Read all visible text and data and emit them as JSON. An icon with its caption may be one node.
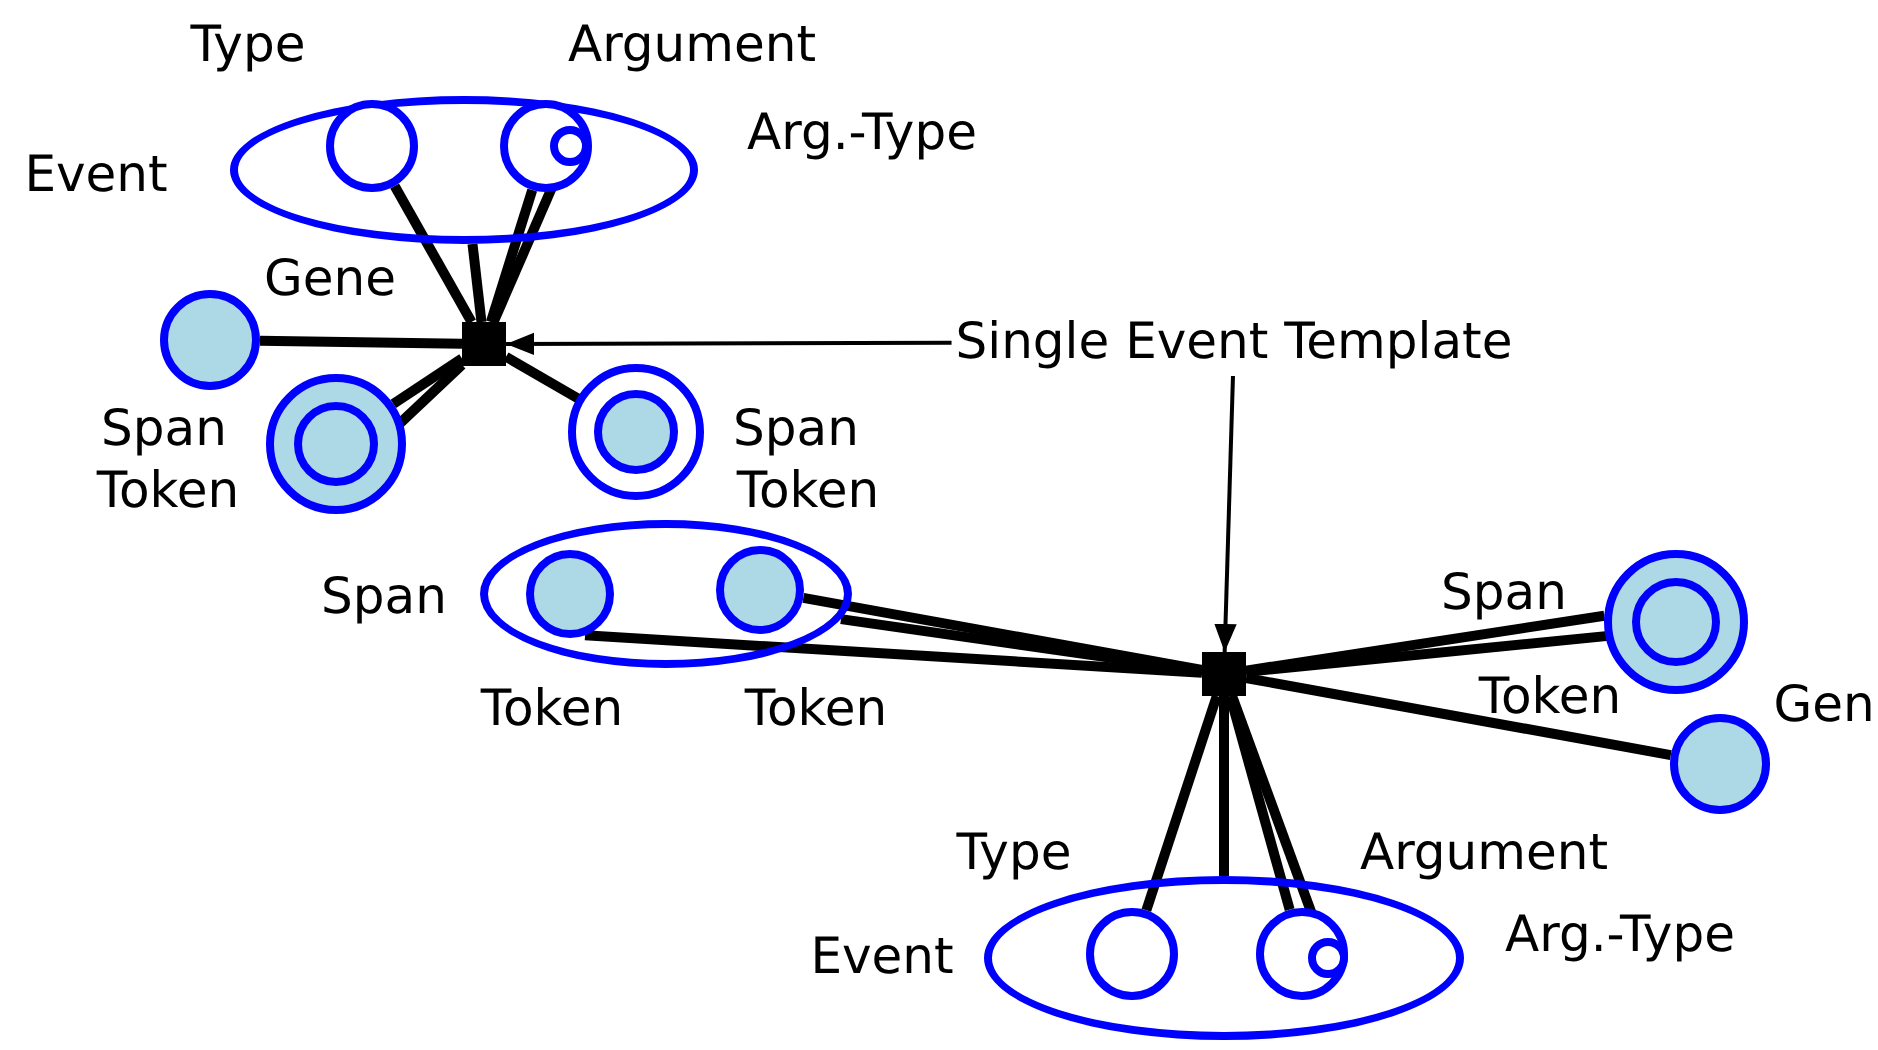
{
  "diagram": {
    "nodes": [
      {
        "text": [
          "Event"
        ]
      },
      {
        "text": [
          "Type"
        ],
        "in": 0
      },
      {
        "text": [
          "Argument"
        ],
        "in": 0
      },
      {
        "text": [],
        "shape": "circle",
        "in": 2
      },
      {
        "text": [],
        "shape": "box"
      },
      {
        "text": [
          "Gene"
        ]
      },
      {
        "text": [
          "Span"
        ]
      },
      {
        "text": [
          "Token"
        ],
        "in": 6
      },
      {
        "text": [
          "Span"
        ]
      },
      {
        "text": [
          "Token"
        ],
        "in": 8
      },
      {
        "text": [
          "Single Event Template"
        ]
      },
      {
        "text": [
          "Span"
        ]
      },
      {
        "text": [
          "Token"
        ],
        "in": 11
      },
      {
        "text": [
          "Token"
        ],
        "in": 11
      },
      {
        "text": [],
        "shape": "box"
      },
      {
        "text": [
          "Span"
        ]
      },
      {
        "text": [
          "Token"
        ],
        "in": 15
      },
      {
        "text": [
          "Gen"
        ]
      },
      {
        "text": [
          "Event"
        ]
      },
      {
        "text": [
          "Type"
        ],
        "in": 18
      },
      {
        "text": [
          "Argument"
        ],
        "in": 18
      },
      {
        "text": [],
        "shape": "circle",
        "in": 20
      }
    ],
    "labels": [
      "Arg.-Type",
      "Arg.-Type"
    ],
    "edges": [
      {
        "from": 4,
        "to": 1,
        "arrow": "none"
      },
      {
        "from": 4,
        "to": 0,
        "arrow": "none"
      },
      {
        "from": 4,
        "to": 2,
        "arrow": "none"
      },
      {
        "from": 4,
        "to": 3,
        "arrow": "none"
      },
      {
        "from": 4,
        "to": 5,
        "arrow": "none"
      },
      {
        "from": 4,
        "to": 6,
        "arrow": "none"
      },
      {
        "from": 4,
        "to": 7,
        "arrow": "none"
      },
      {
        "from": 4,
        "to": 9,
        "arrow": "none"
      },
      {
        "from": 10,
        "to": 4,
        "arrow": "to"
      },
      {
        "from": 10,
        "to": 14,
        "arrow": "to"
      },
      {
        "from": 14,
        "to": 12,
        "arrow": "none"
      },
      {
        "from": 14,
        "to": 13,
        "arrow": "none"
      },
      {
        "from": 14,
        "to": 11,
        "arrow": "none"
      },
      {
        "from": 14,
        "to": 15,
        "arrow": "none"
      },
      {
        "from": 14,
        "to": 16,
        "arrow": "none"
      },
      {
        "from": 14,
        "to": 17,
        "arrow": "none"
      },
      {
        "from": 14,
        "to": 19,
        "arrow": "none"
      },
      {
        "from": 14,
        "to": 18,
        "arrow": "none"
      },
      {
        "from": 14,
        "to": 20,
        "arrow": "none"
      },
      {
        "from": 14,
        "to": 21,
        "arrow": "none"
      }
    ]
  }
}
